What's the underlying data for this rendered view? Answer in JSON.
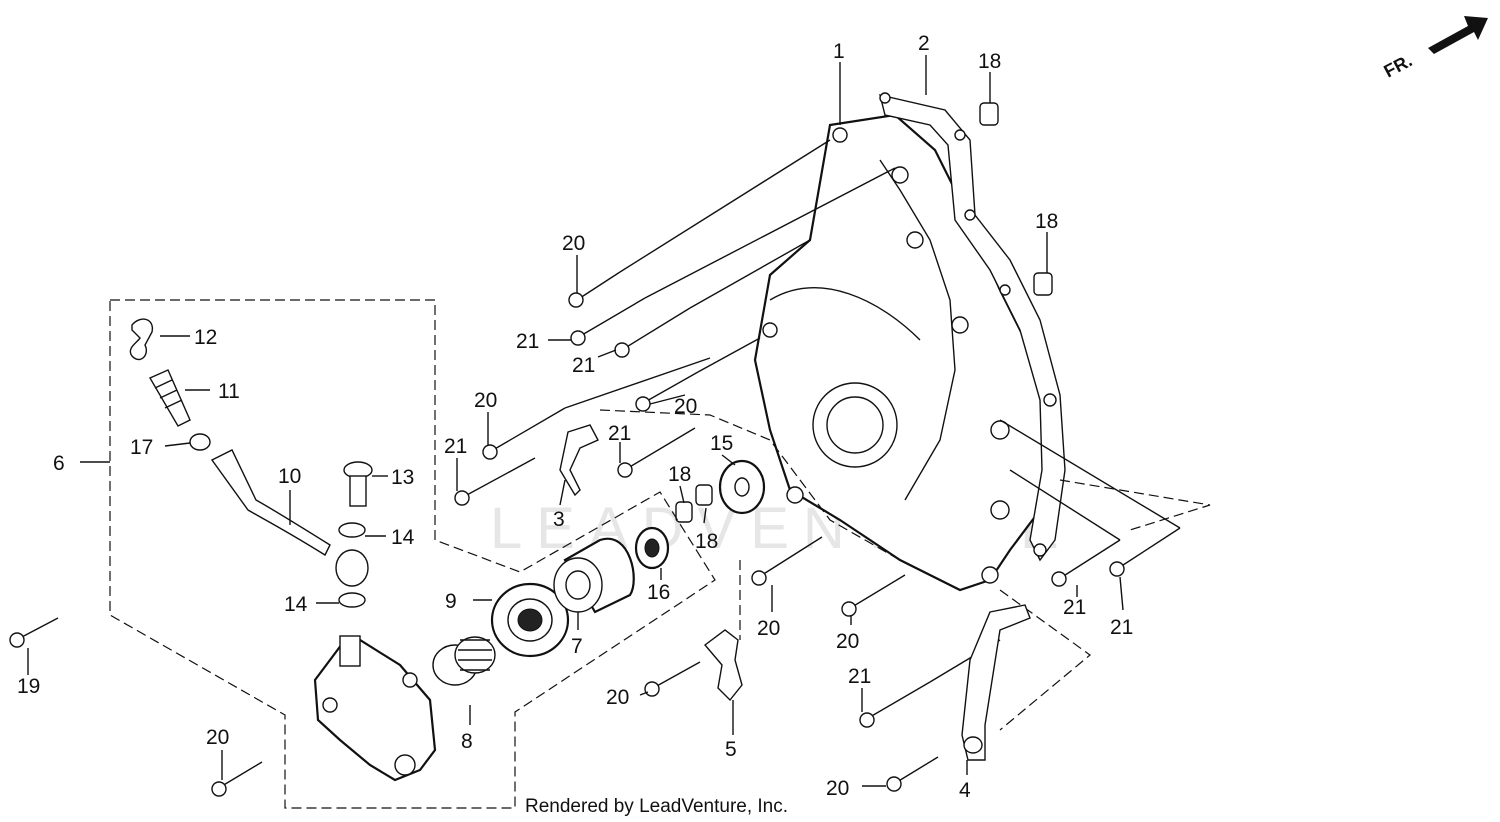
{
  "credit": "Rendered by LeadVenture, Inc.",
  "watermark": "LEADVENTURE",
  "direction_arrow": {
    "text": "FR.",
    "icon": "arrow-front-icon"
  },
  "callouts": {
    "c1": "1",
    "c2": "2",
    "c3": "3",
    "c4": "4",
    "c5": "5",
    "c6": "6",
    "c7": "7",
    "c8": "8",
    "c9": "9",
    "c10": "10",
    "c11": "11",
    "c12": "12",
    "c13": "13",
    "c14a": "14",
    "c14b": "14",
    "c15": "15",
    "c16": "16",
    "c17": "17",
    "c18a": "18",
    "c18b": "18",
    "c18c": "18",
    "c18d": "18",
    "c19": "19",
    "c20a": "20",
    "c20b": "20",
    "c20c": "20",
    "c20d": "20",
    "c20e": "20",
    "c20f": "20",
    "c20g": "20",
    "c20h": "20",
    "c21a": "21",
    "c21b": "21",
    "c21c": "21",
    "c21d": "21",
    "c21e": "21",
    "c21f": "21",
    "c21g": "21"
  }
}
